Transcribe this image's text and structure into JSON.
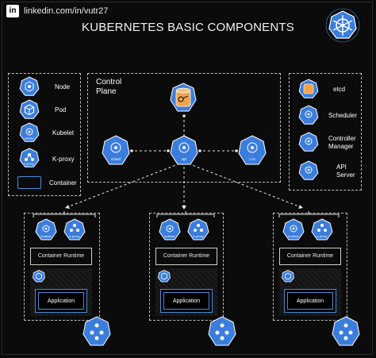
{
  "header": {
    "linkedin_badge": "in",
    "linkedin_text": "linkedin.com/in/vutr27",
    "title": "KUBERNETES BASIC COMPONENTS"
  },
  "legend": {
    "node": "Node",
    "pod": "Pod",
    "kubelet": "Kubelet",
    "kubelet_caption": "kubelet",
    "kproxy": "K-proxy",
    "kproxy_caption": "k-proxy",
    "container": "Container"
  },
  "control_plane": {
    "title_line1": "Control",
    "title_line2": "Plane",
    "sched_caption": "sched",
    "api_caption": "api",
    "cm_caption": "c-m"
  },
  "cp_legend": {
    "etcd": "etcd",
    "scheduler": "Scheduler",
    "controller_line1": "Controller",
    "controller_line2": "Manager",
    "api_line1": "API",
    "api_line2": "Server"
  },
  "worker_nodes": [
    {
      "kubelet": "kubelet",
      "kproxy": "k-proxy",
      "runtime": "Container Runtime",
      "app": "Application"
    },
    {
      "kubelet": "kubelet",
      "kproxy": "k-proxy",
      "runtime": "Container Runtime",
      "app": "Application"
    },
    {
      "kubelet": "kubelet",
      "kproxy": "k-proxy",
      "runtime": "Container Runtime",
      "app": "Application"
    }
  ],
  "colors": {
    "background": "#0b0b0b",
    "accent_blue": "#3b7ddd",
    "icon_outline": "#ffffff",
    "dashed_border": "#bdbdbd",
    "etcd_orange": "#f3a34a"
  }
}
